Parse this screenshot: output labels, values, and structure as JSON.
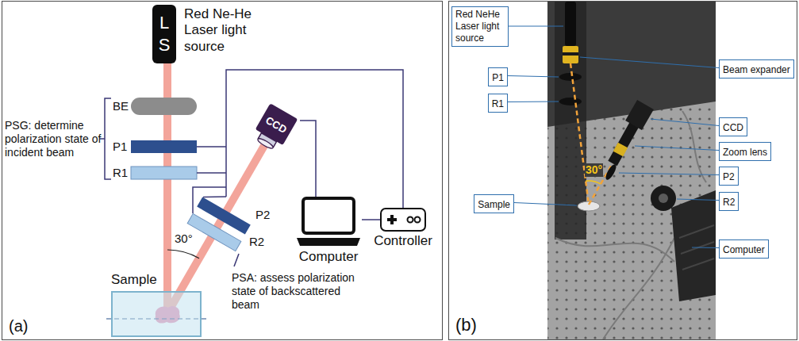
{
  "diagram": {
    "nodes": [
      {
        "text": [
          "(a)"
        ]
      },
      {
        "text": [
          "L S"
        ],
        "in": 0
      },
      {
        "text": [
          "CCD"
        ],
        "in": 0
      },
      {
        "text": [
          "Computer"
        ],
        "in": 0
      },
      {
        "text": [
          "Controller"
        ],
        "in": 0
      },
      {
        "text": [
          "Sample"
        ],
        "in": 0
      },
      {
        "text": [
          "(b)"
        ]
      },
      {
        "text": [
          "Red NeHe Laser light source"
        ],
        "in": 6
      },
      {
        "text": [
          "Beam expander"
        ],
        "in": 6
      },
      {
        "text": [
          "P1"
        ],
        "in": 6
      },
      {
        "text": [
          "R1"
        ],
        "in": 6
      },
      {
        "text": [
          "CCD"
        ],
        "in": 6
      },
      {
        "text": [
          "Zoom lens"
        ],
        "in": 6
      },
      {
        "text": [
          "P2"
        ],
        "in": 6
      },
      {
        "text": [
          "R2"
        ],
        "in": 6
      },
      {
        "text": [
          "Sample"
        ],
        "in": 6
      },
      {
        "text": [
          "Computer"
        ],
        "in": 6
      }
    ],
    "edges": [
      {
        "from": 2,
        "to": 3,
        "arrow": "none"
      },
      {
        "from": 3,
        "to": 4,
        "arrow": "none"
      }
    ],
    "labels": [
      "Red Ne-He Laser light source",
      "BE",
      "P1",
      "R1",
      "PSG: determine polarization state of incident beam",
      "30°",
      "P2",
      "R2",
      "PSA: assess polarization state of backscattered beam",
      "30°"
    ]
  }
}
